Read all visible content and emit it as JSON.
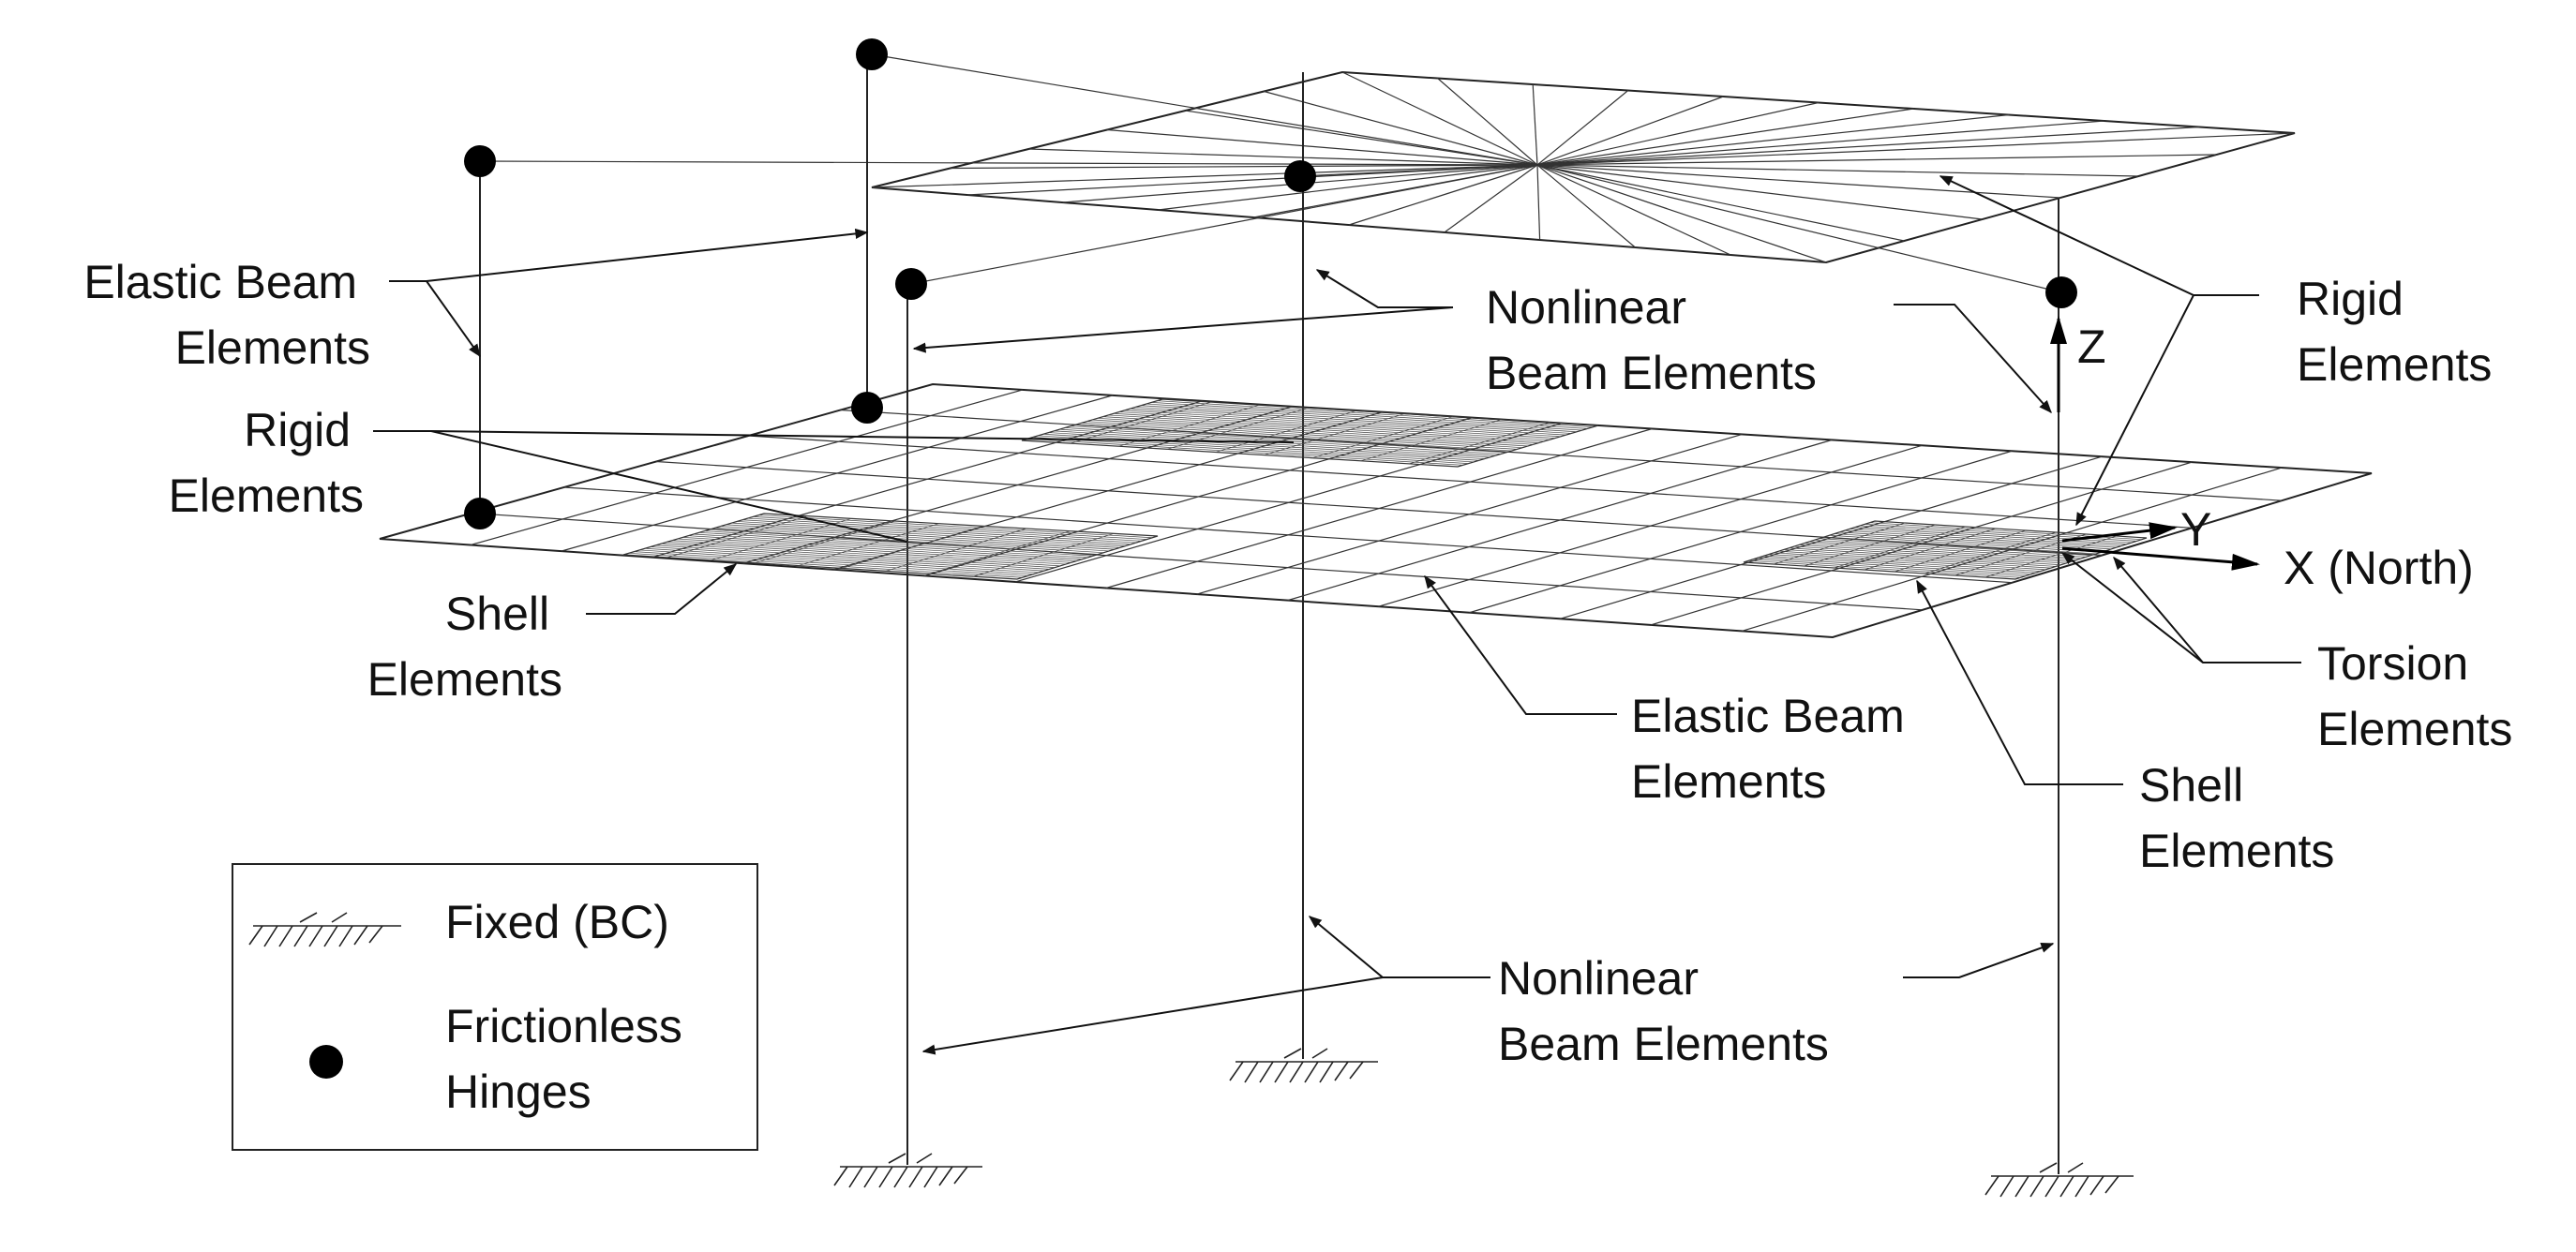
{
  "labels": {
    "elastic_beam_left": [
      "Elastic Beam",
      "Elements"
    ],
    "rigid_left": [
      "Rigid",
      "Elements"
    ],
    "shell_left": [
      "Shell",
      "Elements"
    ],
    "nonlinear_top": [
      "Nonlinear",
      "Beam Elements"
    ],
    "rigid_right": [
      "Rigid",
      "Elements"
    ],
    "torsion_right": [
      "Torsion",
      "Elements"
    ],
    "elastic_beam_center": [
      "Elastic Beam",
      "Elements"
    ],
    "shell_right": [
      "Shell",
      "Elements"
    ],
    "nonlinear_bottom": [
      "Nonlinear",
      "Beam Elements"
    ]
  },
  "axes": {
    "z": "Z",
    "y": "Y",
    "x": "X (North)"
  },
  "legend": {
    "fixed_label": "Fixed (BC)",
    "hinge_label": [
      "Frictionless",
      "Hinges"
    ]
  }
}
